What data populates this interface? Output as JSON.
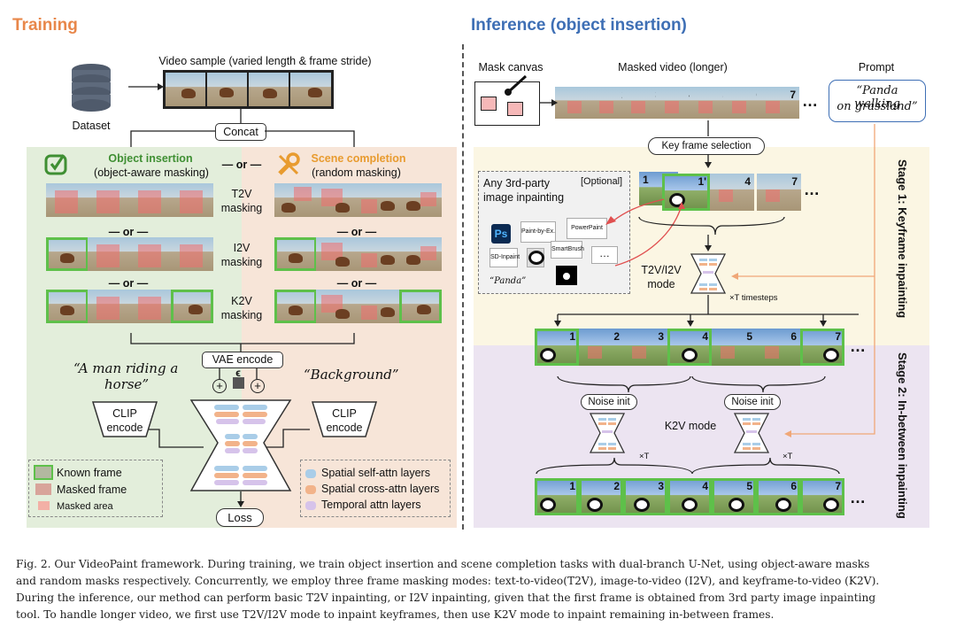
{
  "training": {
    "title": "Training",
    "dataset": "Dataset",
    "video_sample": "Video sample (varied length & frame stride)",
    "concat": "Concat",
    "object_insertion_title": "Object insertion",
    "object_insertion_sub": "(object-aware masking)",
    "or": "— or —",
    "scene_completion_title": "Scene completion",
    "scene_completion_sub": "(random masking)",
    "t2v": "T2V",
    "i2v": "I2V",
    "k2v": "K2V",
    "masking": "masking",
    "vae": "VAE encode",
    "epsilon": "ϵ",
    "prompt_left_1": "“A man riding a",
    "prompt_left_2": "horse”",
    "prompt_right": "“Background”",
    "clip_1": "CLIP",
    "clip_2": "encode",
    "loss": "Loss",
    "legend_left": [
      "Known frame",
      "Masked frame",
      "Masked area"
    ],
    "legend_right": [
      "Spatial self-attn layers",
      "Spatial cross-attn layers",
      "Temporal attn layers"
    ]
  },
  "inference": {
    "title": "Inference (object insertion)",
    "mask_canvas": "Mask canvas",
    "masked_video": "Masked video  (longer)",
    "prompt_label": "Prompt",
    "prompt_text_1": "“Panda walking",
    "prompt_text_2": "on grassland”",
    "ellipsis": "…",
    "frame_numbers": [
      "1",
      "2",
      "3",
      "4",
      "5",
      "6",
      "7"
    ],
    "key_frame_selection": "Key frame selection",
    "any_3rd_party_1": "Any 3rd-party",
    "any_3rd_party_2": "image inpainting",
    "optional": "[Optional]",
    "tools": [
      "Ps",
      "Paint-by-Ex.",
      "PowerPaint",
      "SmartBrush",
      "SD-Inpaint",
      "…"
    ],
    "tool_prompt": "“Panda”",
    "keyframe_nums": [
      "1",
      "1'",
      "4",
      "7"
    ],
    "t2v_i2v_mode_1": "T2V/I2V",
    "t2v_i2v_mode_2": "mode",
    "timesteps": "×T timesteps",
    "noise_init": "Noise init",
    "k2v_mode": "K2V mode",
    "times_t": "×T",
    "stage1": "Stage 1: Keyframe inpainting",
    "stage2": "Stage 2: In-between inpainting"
  },
  "caption": {
    "line1": "Fig. 2.  Our VideoPaint framework. During training, we train object insertion and scene completion tasks with dual-branch U-Net, using object-aware masks",
    "line2": "and random masks respectively. Concurrently, we employ three frame masking modes: text-to-video(T2V), image-to-video (I2V), and keyframe-to-video (K2V).",
    "line3": "During the inference, our method can perform basic T2V inpainting, or I2V inpainting, given that the first frame is obtained from 3rd party image inpainting",
    "line4": "tool. To handle longer video, we first use T2V/I2V mode to inpaint keyframes, then use K2V mode to inpaint remaining in-between frames."
  },
  "colors": {
    "training_title": "#e8874a",
    "inference_title": "#3e6fb5",
    "green_bg": "#e3eedb",
    "peach_bg": "#f7e5d8",
    "stage1_bg": "#fbf6e3",
    "stage2_bg": "#ece4f1",
    "known_frame": "#5ec04a",
    "mask": "#f07070",
    "self_attn": "#a9cde8",
    "cross_attn": "#f2b38a",
    "temporal_attn": "#d6c3ea"
  }
}
